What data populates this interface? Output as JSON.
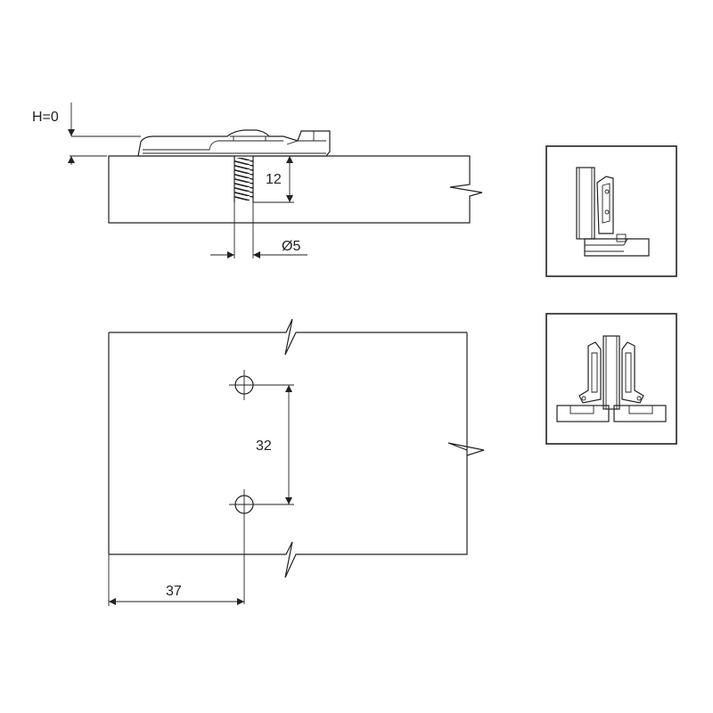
{
  "side_view": {
    "height_label": "H=0",
    "depth_label": "12",
    "diameter_label": "Ø5"
  },
  "top_view": {
    "hole_spacing_label": "32",
    "edge_distance_label": "37"
  },
  "thumbnails": [
    {
      "name": "hinge-side-profile"
    },
    {
      "name": "hinge-front-pair"
    }
  ]
}
